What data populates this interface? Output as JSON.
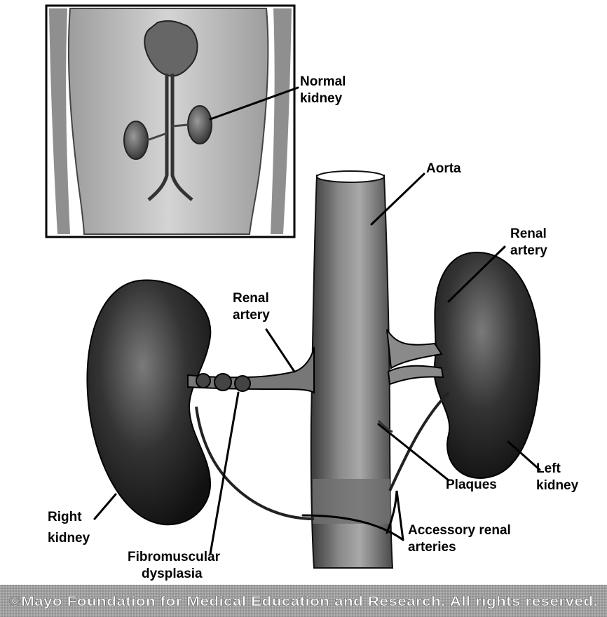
{
  "labels": {
    "normal_kidney_1": "Normal",
    "normal_kidney_2": "kidney",
    "aorta": "Aorta",
    "renal_artery_right_1": "Renal",
    "renal_artery_right_2": "artery",
    "renal_artery_left_1": "Renal",
    "renal_artery_left_2": "artery",
    "left_kidney_1": "Left",
    "left_kidney_2": "kidney",
    "plaques": "Plaques",
    "right_kidney_1": "Right",
    "right_kidney_2": "kidney",
    "accessory_1": "Accessory renal",
    "accessory_2": "arteries",
    "fibromuscular_1": "Fibromuscular",
    "fibromuscular_2": "dysplasia"
  },
  "footer": {
    "copyright": "©Mayo Foundation for Medical Education and Research. All rights reserved."
  },
  "colors": {
    "kidney": "#2b2b2b",
    "aorta": "#6e6e6e",
    "footer_band": "#8c8c8c"
  }
}
